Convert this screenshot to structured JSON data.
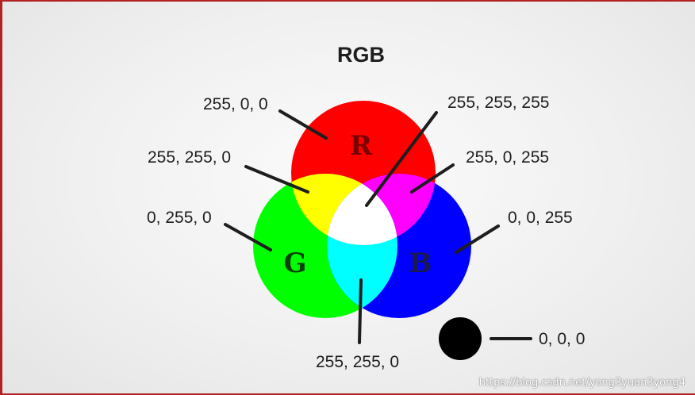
{
  "title": "RGB",
  "letters": {
    "red": "R",
    "green": "G",
    "blue": "B"
  },
  "labels": {
    "red": "255, 0, 0",
    "yellow": "255, 255, 0",
    "green": "0, 255, 0",
    "white": "255, 255, 255",
    "magenta": "255, 0, 255",
    "blue": "0, 0, 255",
    "cyan": "255, 255, 0",
    "black": "0, 0, 0"
  },
  "colors": {
    "red": "#ff0000",
    "green": "#00ff00",
    "blue": "#0000ff",
    "yellow": "#ffff00",
    "magenta": "#ff00ff",
    "cyan": "#00ffff",
    "white": "#ffffff",
    "black": "#000000",
    "line": "#1e1e1e"
  },
  "watermark": "https://blog.csdn.net/yong3yuan3yong4"
}
